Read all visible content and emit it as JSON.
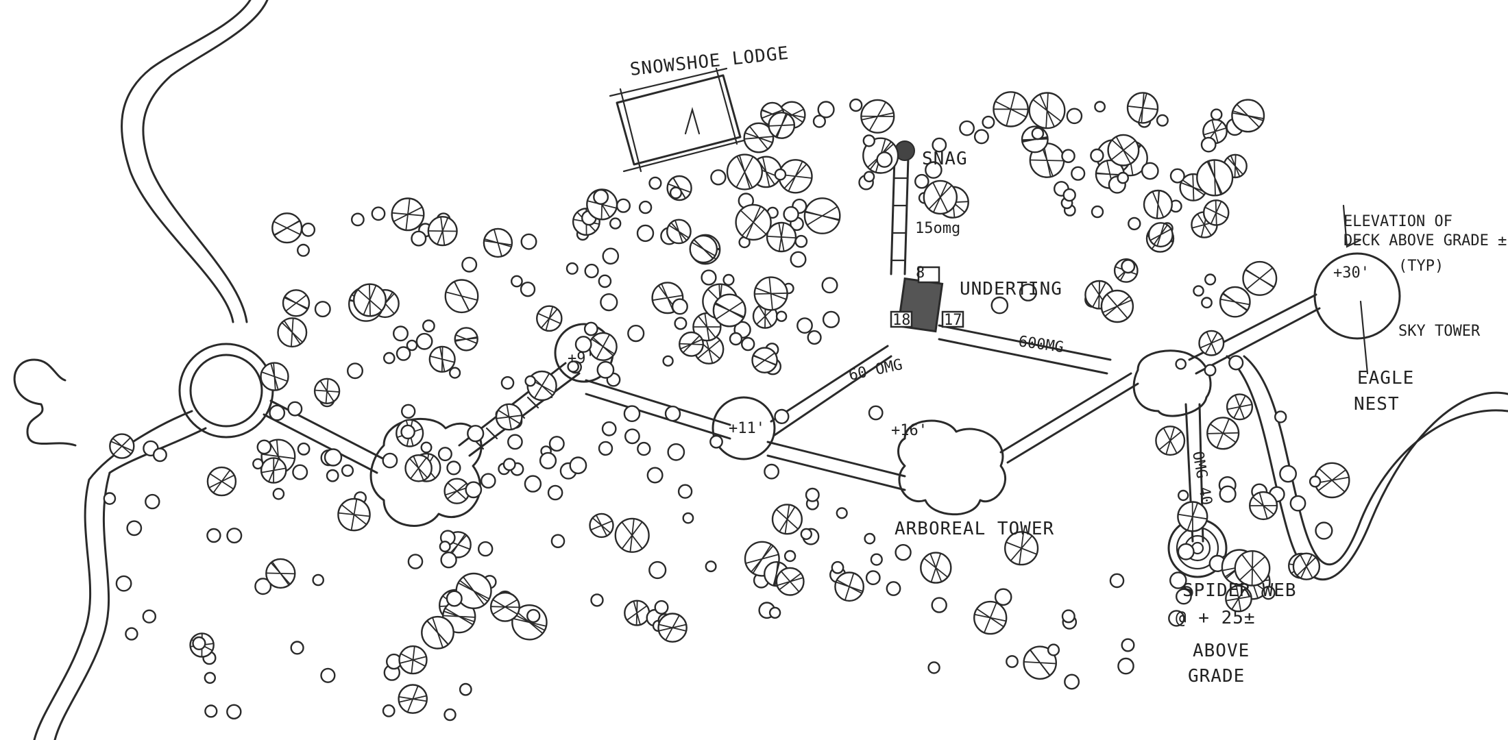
{
  "labels": {
    "lodge": "SNOWSHOE LODGE",
    "snag": "SNAG",
    "seg_snag": "15omg",
    "platform_num": "8",
    "platform_left": "18",
    "platform_right": "17",
    "platform_name": "UNDERTING",
    "seg_60omg_a": "60 OMG",
    "seg_600omg": "600MG",
    "seg_40omg": "OMG 40",
    "elevation_note_1": "ELEVATION OF",
    "elevation_note_2": "DECK ABOVE GRADE ±",
    "elevation_note_3": "(TYP)",
    "sky_tower": "SKY TOWER",
    "eagle_1": "EAGLE",
    "eagle_2": "NEST",
    "arboreal_tower": "ARBOREAL TOWER",
    "spider_1": "SPIDER WEB",
    "spider_2": "@ + 25±",
    "spider_3": "ABOVE",
    "spider_4": "GRADE",
    "deck_9": "+9'",
    "deck_11": "+11'",
    "deck_16": "+16'",
    "deck_30": "+30'"
  },
  "colors": {
    "ink": "#2a2a2a",
    "paper": "#ffffff"
  }
}
